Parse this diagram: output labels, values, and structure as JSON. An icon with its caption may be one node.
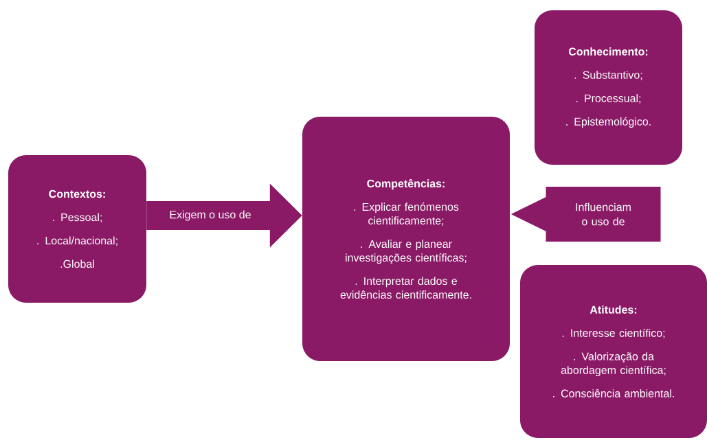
{
  "diagram": {
    "nodes": [
      {
        "text": [
          "Contextos:",
          ". Pessoal;",
          ". Local/nacional;",
          ".Global"
        ]
      },
      {
        "text": [
          "Competências:",
          ". Explicar fenómenos cientificamente;",
          ". Avaliar e planear investigações científicas;",
          ". Interpretar dados e evidências cientificamente."
        ]
      },
      {
        "text": [
          "Conhecimento:",
          ". Substantivo;",
          ". Processual;",
          ". Epistemológico."
        ]
      },
      {
        "text": [
          "Atitudes:",
          ". Interesse científico;",
          ". Valorização da abordagem científica;",
          ". Consciência ambiental."
        ]
      }
    ],
    "edges": [
      {
        "from": 0,
        "to": 1,
        "arrow": "to",
        "label": "Exigem o uso de"
      },
      {
        "from": null,
        "to": 1,
        "arrow": "to",
        "label": "Influenciam o uso de"
      }
    ]
  }
}
